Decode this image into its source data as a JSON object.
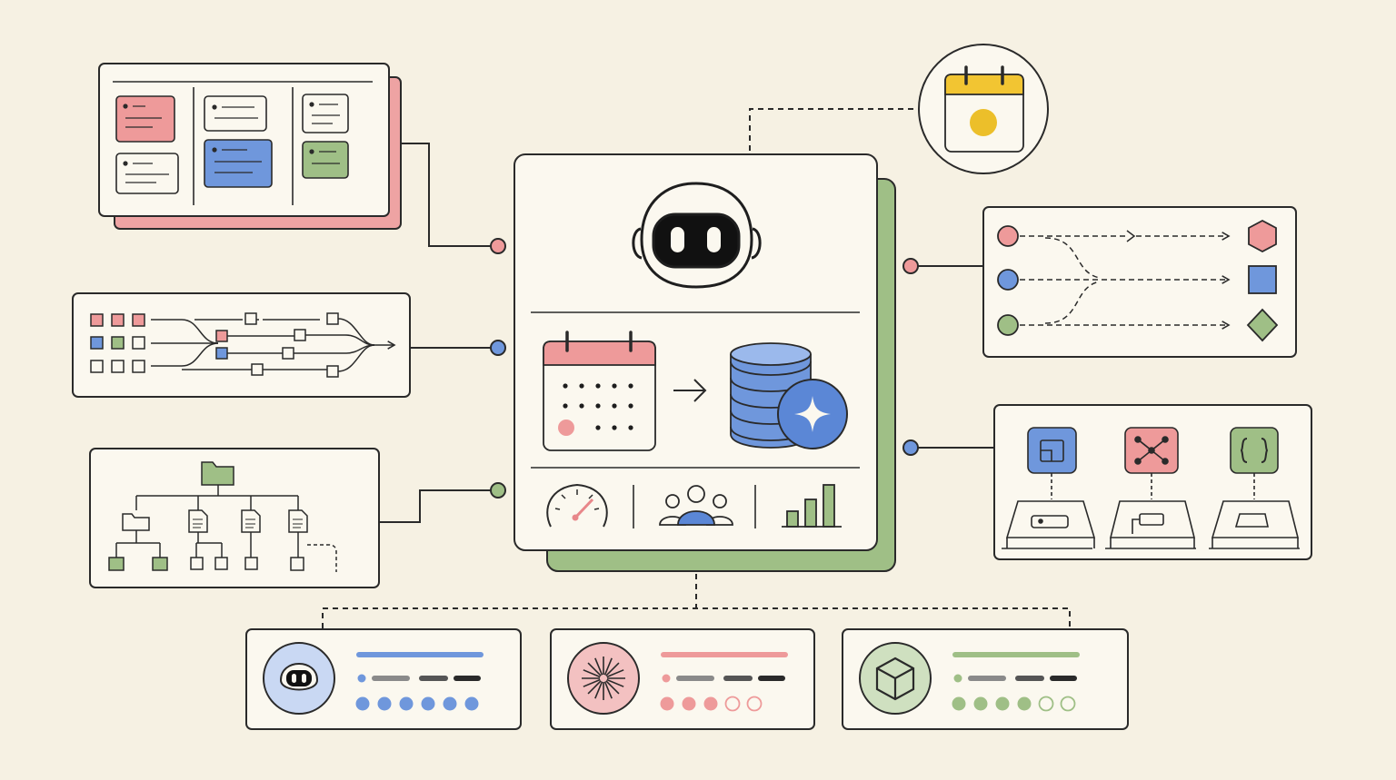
{
  "colors": {
    "background": "#f6f1e3",
    "panel": "#fbf8ef",
    "ink": "#2a2a2a",
    "muted": "#8a8a8a",
    "red": "#e8878a",
    "red_fill": "#ee9a9a",
    "blue": "#5b87d6",
    "blue_fill": "#6f97dc",
    "green": "#87ad6e",
    "green_fill": "#9fbf86",
    "yellow": "#f2c532",
    "gold": "#ecbf2a"
  },
  "icons": {
    "central": [
      "robot-icon",
      "calendar-icon",
      "arrow-right-icon",
      "database-icon",
      "sparkle-icon",
      "gauge-icon",
      "team-icon",
      "bar-chart-icon"
    ],
    "left": [
      "kanban-board-icon",
      "pipeline-flow-icon",
      "folder-tree-icon"
    ],
    "right": [
      "calendar-icon",
      "routing-flow-icon",
      "window-icon",
      "network-icon",
      "code-braces-icon"
    ],
    "bottom": [
      "robot-icon",
      "burst-icon",
      "cube-icon"
    ]
  },
  "bottom_cards": [
    {
      "accent": "blue",
      "rating_filled": 6,
      "rating_total": 6
    },
    {
      "accent": "red",
      "rating_filled": 3,
      "rating_total": 5
    },
    {
      "accent": "green",
      "rating_filled": 4,
      "rating_total": 6
    }
  ]
}
